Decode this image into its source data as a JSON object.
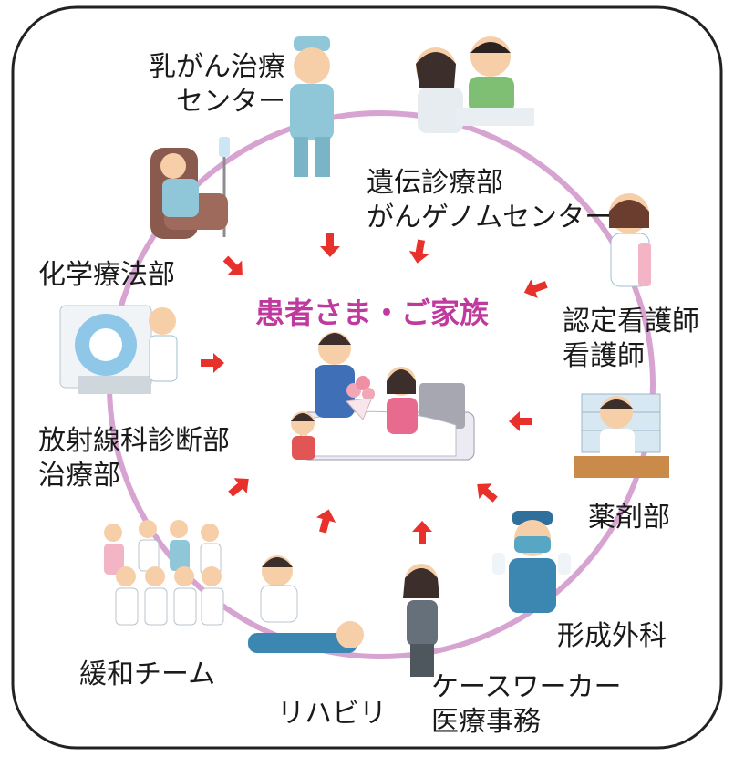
{
  "center": {
    "title": "患者さま・ご家族"
  },
  "departments": [
    {
      "id": "breast-cancer-center",
      "lines": [
        "乳がん治療",
        "センター"
      ]
    },
    {
      "id": "genetics",
      "lines": [
        "遺伝診療部",
        "がんゲノムセンター"
      ]
    },
    {
      "id": "chemotherapy",
      "lines": [
        "化学療法部"
      ]
    },
    {
      "id": "nurses",
      "lines": [
        "認定看護師",
        "看護師"
      ]
    },
    {
      "id": "radiology",
      "lines": [
        "放射線科診断部",
        "治療部"
      ]
    },
    {
      "id": "pharmacy",
      "lines": [
        "薬剤部"
      ]
    },
    {
      "id": "plastic-surgery",
      "lines": [
        "形成外科"
      ]
    },
    {
      "id": "palliative",
      "lines": [
        "緩和チーム"
      ]
    },
    {
      "id": "rehabilitation",
      "lines": [
        "リハビリ"
      ]
    },
    {
      "id": "caseworker",
      "lines": [
        "ケースワーカー",
        "医療事務"
      ]
    }
  ],
  "colors": {
    "ring": "#d7a3d1",
    "arrow": "#e8312b",
    "title": "#c0399f",
    "border": "#222222"
  }
}
